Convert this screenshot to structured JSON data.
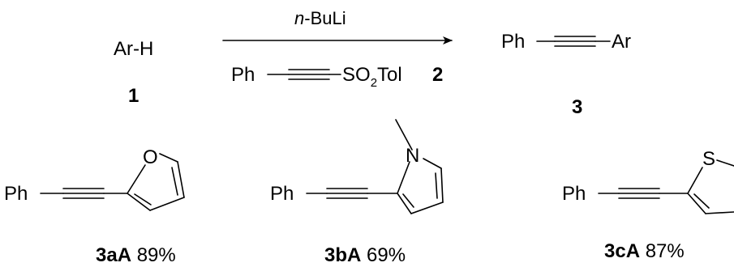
{
  "reaction": {
    "reactant_formula": "Ar-H",
    "reactant_number": "1",
    "reagent_prefix": "n",
    "reagent_suffix": "-BuLi",
    "sulfone_ph": "Ph",
    "sulfone_group": "SO",
    "sulfone_subscript": "2",
    "sulfone_tail": "Tol",
    "sulfone_number": "2",
    "product_ph": "Ph",
    "product_ar": "Ar",
    "product_number": "3"
  },
  "products": [
    {
      "ph": "Ph",
      "heteroatom": "O",
      "code": "3aA",
      "yield": "89%"
    },
    {
      "ph": "Ph",
      "heteroatom": "N",
      "code": "3bA",
      "yield": "69%"
    },
    {
      "ph": "Ph",
      "heteroatom": "S",
      "code": "3cA",
      "yield": "87%"
    }
  ]
}
